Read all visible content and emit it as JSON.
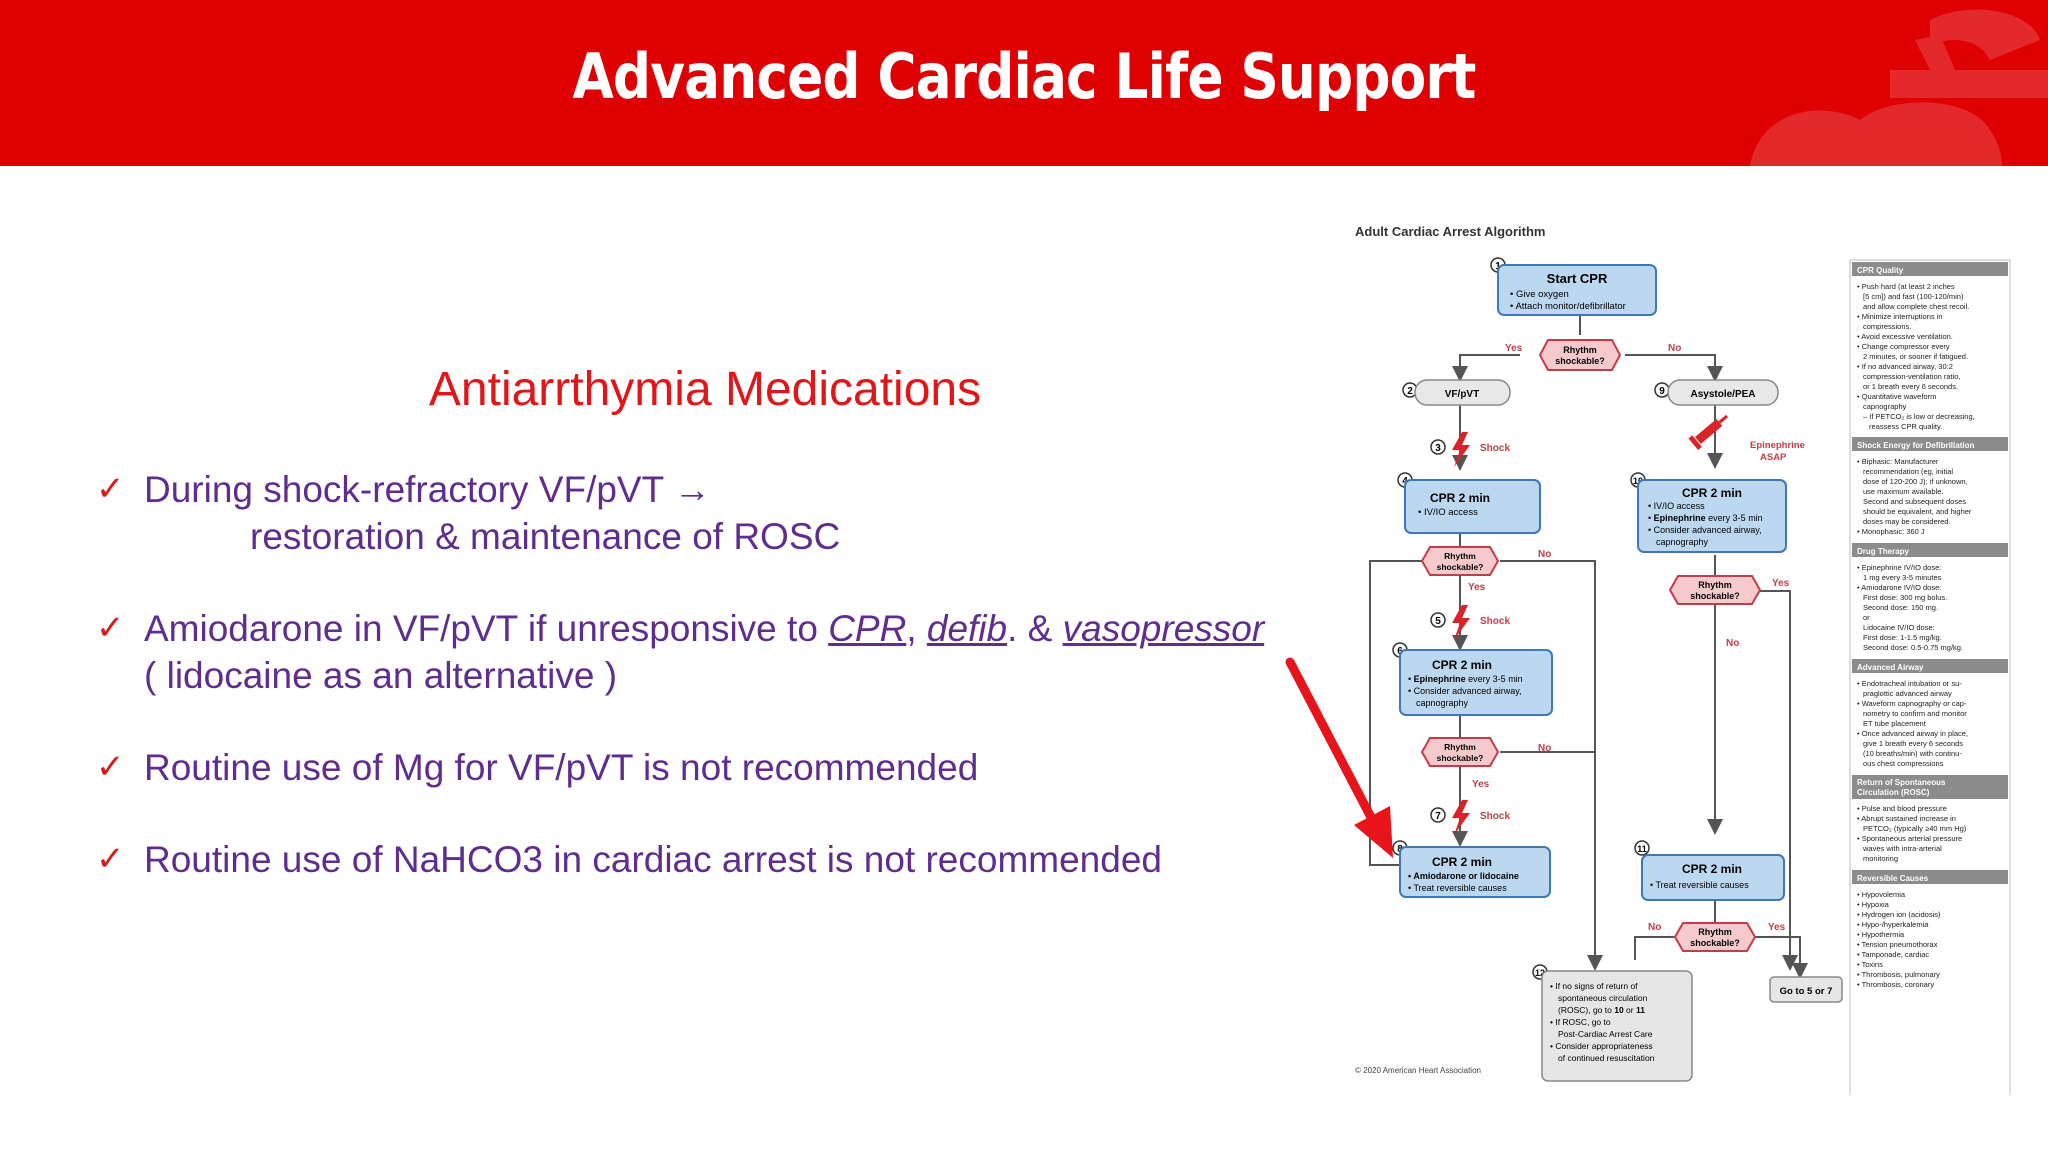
{
  "header": {
    "title": "Advanced Cardiac Life Support"
  },
  "subtitle": "Antiarrthymia Medications",
  "bullets": {
    "b1": {
      "line1": "During shock-refractory VF/pVT →",
      "line2": "restoration & maintenance of ROSC"
    },
    "b2": {
      "pre": "Amiodarone in VF/pVT if unresponsive to ",
      "cpr": "CPR",
      "comma": ", ",
      "defib": "defib",
      "amp": ". & ",
      "vaso": "vasopressor",
      "line2": "( lidocaine as an alternative )"
    },
    "b3": {
      "text": "Routine use of Mg for VF/pVT is not recommended"
    },
    "b4": {
      "text": "Routine use of NaHCO3 in cardiac arrest is not recommended"
    }
  },
  "check_glyph": "✓",
  "flowchart": {
    "title": "Adult Cardiac Arrest Algorithm",
    "copyright": "© 2020 American Heart Association",
    "n1": "1",
    "n2": "2",
    "n3": "3",
    "n4": "4",
    "n5": "5",
    "n6": "6",
    "n7": "7",
    "n8": "8",
    "n9": "9",
    "n10": "10",
    "n11": "11",
    "n12": "12",
    "start_cpr": "Start CPR",
    "start_b1": "• Give oxygen",
    "start_b2": "• Attach monitor/defibrillator",
    "rhythm1": "Rhythm",
    "rhythm2": "shockable?",
    "yes": "Yes",
    "no": "No",
    "vf": "VF/pVT",
    "asys": "Asystole/PEA",
    "shock": "Shock",
    "epi1": "Epinephrine",
    "epi2": "ASAP",
    "cpr2": "CPR 2 min",
    "b4_1": "• IV/IO access",
    "b10_1": "• IV/IO access",
    "b10_2a": "• ",
    "b10_2b": "Epinephrine",
    "b10_2c": " every 3-5 min",
    "b10_3": "• Consider advanced airway,",
    "b10_4": "capnography",
    "b6_1a": "• ",
    "b6_1b": "Epinephrine",
    "b6_1c": " every 3-5 min",
    "b6_2": "• Consider advanced airway,",
    "b6_3": "capnography",
    "b8_1": "• Amiodarone or lidocaine",
    "b8_2": "• Treat reversible causes",
    "b11_1": "• Treat reversible causes",
    "b12_1": "• If no signs of return of",
    "b12_2": "spontaneous circulation",
    "b12_3a": "(ROSC), go to ",
    "b12_3b": "10",
    "b12_3c": " or ",
    "b12_3d": "11",
    "b12_4": "• If ROSC, go to",
    "b12_5": "Post-Cardiac Arrest Care",
    "b12_6": "• Consider appropriateness",
    "b12_7": "of continued resuscitation",
    "goto": "Go to 5 or 7",
    "side": {
      "cpr_quality": "CPR Quality",
      "cq1": "• Push hard (at least 2 inches",
      "cq2": "[5 cm]) and fast (100-120/min)",
      "cq3": "and allow complete chest recoil.",
      "cq4": "• Minimize interruptions in",
      "cq5": "compressions.",
      "cq6": "• Avoid excessive ventilation.",
      "cq7": "• Change compressor every",
      "cq8": "2 minutes, or sooner if fatigued.",
      "cq9": "• If no advanced airway, 30:2",
      "cq10": "compression-ventilation ratio,",
      "cq11": "or 1 breath every 6 seconds.",
      "cq12": "• Quantitative waveform",
      "cq13": "capnography",
      "cq14": "– If PETCO₂ is low or decreasing,",
      "cq15": "reassess CPR quality.",
      "shock_energy": "Shock Energy for Defibrillation",
      "se1": "• Biphasic: Manufacturer",
      "se2": "recommendation (eg, initial",
      "se3": "dose of 120-200 J); if unknown,",
      "se4": "use maximum available.",
      "se5": "Second and subsequent doses",
      "se6": "should be equivalent, and higher",
      "se7": "doses may be considered.",
      "se8": "• Monophasic: 360 J",
      "drug": "Drug Therapy",
      "dt1": "• Epinephrine IV/IO dose:",
      "dt2": "1 mg every 3-5 minutes",
      "dt3": "• Amiodarone IV/IO dose:",
      "dt4": "First dose: 300 mg bolus.",
      "dt5": "Second dose: 150 mg.",
      "dt6": "or",
      "dt7": "Lidocaine IV/IO dose:",
      "dt8": "First dose: 1-1.5 mg/kg.",
      "dt9": "Second dose: 0.5-0.75 mg/kg.",
      "airway": "Advanced Airway",
      "aa1": "• Endotracheal intubation or su-",
      "aa2": "praglottic advanced airway",
      "aa3": "• Waveform capnography or cap-",
      "aa4": "nometry to confirm and monitor",
      "aa5": "ET tube placement",
      "aa6": "• Once advanced airway in place,",
      "aa7": "give 1 breath every 6 seconds",
      "aa8": "(10 breaths/min) with continu-",
      "aa9": "ous chest compressions",
      "rosc1": "Return of Spontaneous",
      "rosc2": "Circulation (ROSC)",
      "rs1": "• Pulse and blood pressure",
      "rs2": "• Abrupt sustained increase in",
      "rs3": "PETCO₂ (typically ≥40 mm Hg)",
      "rs4": "• Spontaneous arterial pressure",
      "rs5": "waves with intra-arterial",
      "rs6": "monitoring",
      "rev": "Reversible Causes",
      "rc1": "• Hypovolemia",
      "rc2": "• Hypoxia",
      "rc3": "• Hydrogen ion (acidosis)",
      "rc4": "• Hypo-/hyperkalemia",
      "rc5": "• Hypothermia",
      "rc6": "• Tension pneumothorax",
      "rc7": "• Tamponade, cardiac",
      "rc8": "• Toxins",
      "rc9": "• Thrombosis, pulmonary",
      "rc10": "• Thrombosis, coronary"
    }
  },
  "colors": {
    "header_red": "#df0003",
    "subtitle_red": "#e0161a",
    "bullet_purple": "#5e2d8e",
    "link_purple": "#6b3fa0",
    "box_blue": "#bcd7f0",
    "box_border": "#3f79b5",
    "diamond_pink": "#f6c9cc",
    "diamond_border": "#c43c49",
    "arrow_red": "#e8141c"
  }
}
